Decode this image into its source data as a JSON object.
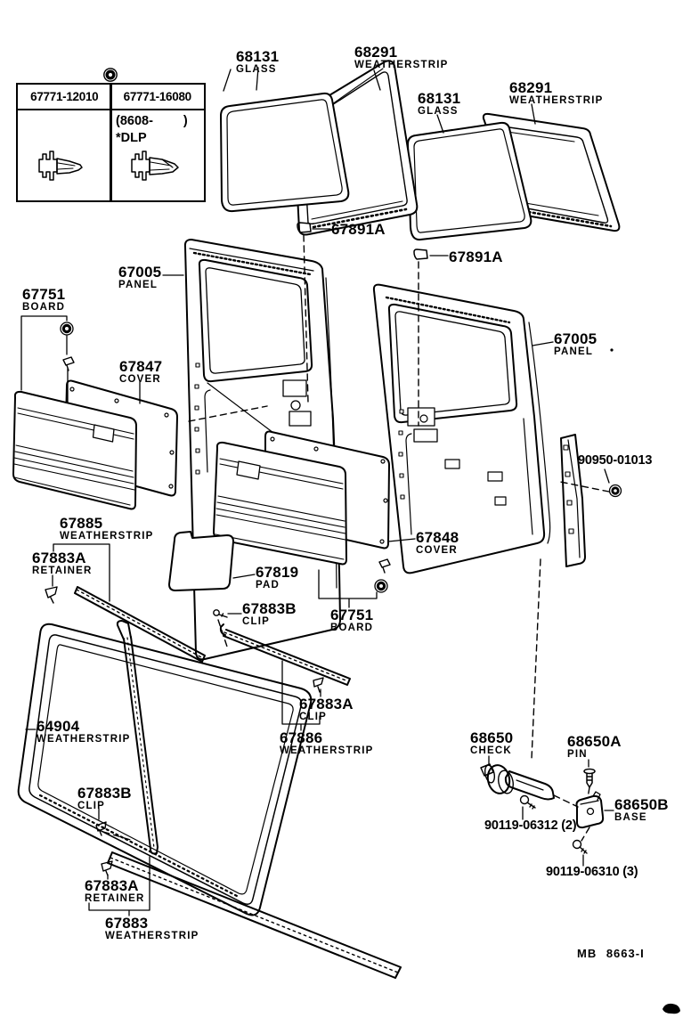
{
  "fastener_table": {
    "variant_a": "67771-12010",
    "variant_b": "67771-16080",
    "applicability_open": "(8608-",
    "applicability_close": ")",
    "note": "*DLP"
  },
  "callouts": {
    "glass_front": {
      "part": "68131",
      "name": "GLASS"
    },
    "weatherstrip_front_upper": {
      "part": "68291",
      "name": "WEATHERSTRIP"
    },
    "glass_rear": {
      "part": "68131",
      "name": "GLASS"
    },
    "weatherstrip_rear_upper": {
      "part": "68291",
      "name": "WEATHERSTRIP"
    },
    "glass_clip_front": {
      "part": "67891A"
    },
    "glass_clip_rear": {
      "part": "67891A"
    },
    "door_panel_front": {
      "part": "67005",
      "name": "PANEL"
    },
    "door_panel_rear": {
      "part": "67005",
      "name": "PANEL"
    },
    "trim_board_front": {
      "part": "67751",
      "name": "BOARD"
    },
    "service_cover_front": {
      "part": "67847",
      "name": "COVER"
    },
    "grommet": {
      "part": "90950-01013"
    },
    "belt_weatherstrip_front": {
      "part": "67885",
      "name": "WEATHERSTRIP"
    },
    "retainer_upper": {
      "part": "67883A",
      "name": "RETAINER"
    },
    "service_cover_rear": {
      "part": "67848",
      "name": "COVER"
    },
    "pad": {
      "part": "67819",
      "name": "PAD"
    },
    "clip_mid": {
      "part": "67883B",
      "name": "CLIP"
    },
    "trim_board_rear": {
      "part": "67751",
      "name": "BOARD"
    },
    "body_weatherstrip": {
      "part": "64904",
      "name": "WEATHERSTRIP"
    },
    "clip_lower": {
      "part": "67883B",
      "name": "CLIP"
    },
    "clip_belt_rear": {
      "part": "67883A",
      "name": "CLIP"
    },
    "belt_weatherstrip_rear": {
      "part": "67886",
      "name": "WEATHERSTRIP"
    },
    "door_check": {
      "part": "68650",
      "name": "CHECK"
    },
    "check_pin": {
      "part": "68650A",
      "name": "PIN"
    },
    "check_base": {
      "part": "68650B",
      "name": "BASE"
    },
    "screw_check": {
      "part": "90119-06312 (2)"
    },
    "screw_base": {
      "part": "90119-06310 (3)"
    },
    "retainer_lower": {
      "part": "67883A",
      "name": "RETAINER"
    },
    "division_weatherstrip": {
      "part": "67883",
      "name": "WEATHERSTRIP"
    }
  },
  "footer": {
    "doc_code": "MB 8663-I"
  }
}
